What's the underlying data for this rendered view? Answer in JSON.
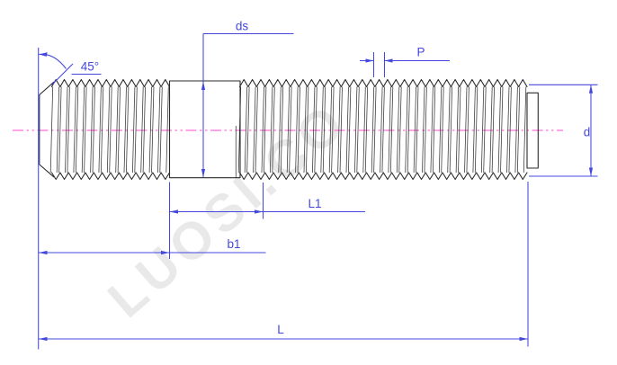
{
  "drawing_title": "double-end stud technical drawing",
  "colors": {
    "dimension_blue": "#4448dd",
    "centerline_pink": "#ff6ed8",
    "outline_black": "#2b2b2b",
    "watermark_gray": "#e9e9e9",
    "background": "#ffffff"
  },
  "labels": {
    "chamfer_angle": "45°",
    "shank_diameter": "ds",
    "thread_pitch": "P",
    "major_diameter": "d",
    "length_l1": "L1",
    "thread_length_b1": "b1",
    "overall_length": "L"
  },
  "watermark": {
    "text": "LUOSI.CO"
  }
}
